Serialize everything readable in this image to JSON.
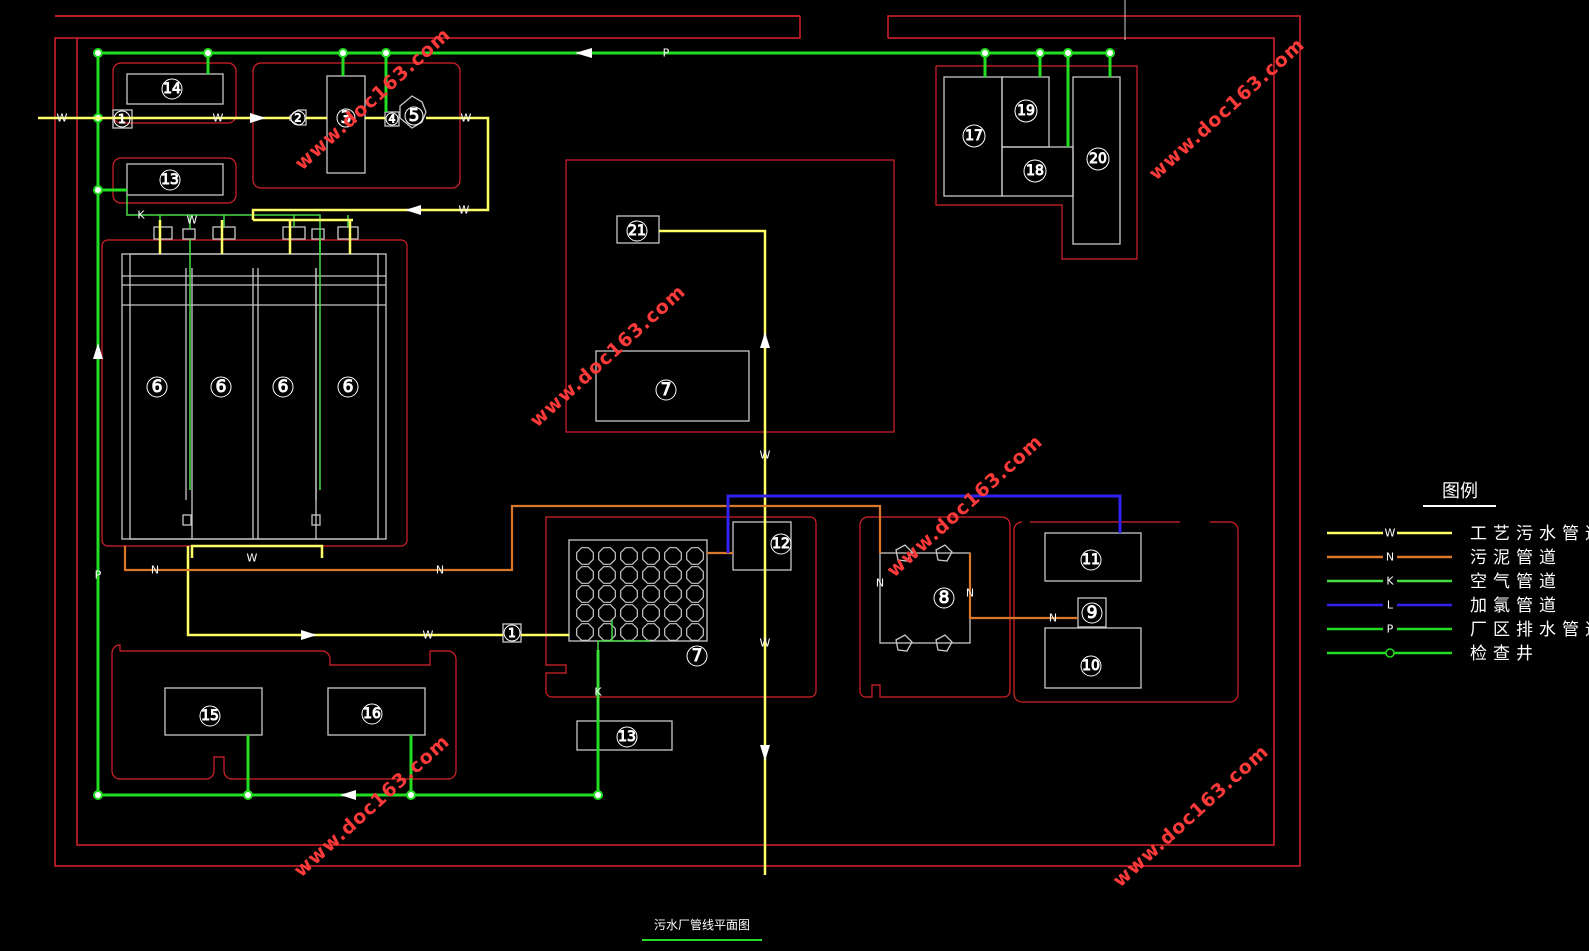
{
  "colors": {
    "background": "#000000",
    "boundary": "#d9222a",
    "process_sewage": "#ffff66",
    "sludge": "#d9782a",
    "air": "#44dd44",
    "chlorine": "#3322ee",
    "plant_drainage": "#22dd22",
    "equipment": "#c8c8c8",
    "watermark": "#ff3a3a"
  },
  "equipment_numbers": {
    "n1": "1",
    "n2": "2",
    "n3": "3",
    "n4": "4",
    "n5": "5",
    "n6": "6",
    "n7": "7",
    "n8": "8",
    "n9": "9",
    "n10": "10",
    "n11": "11",
    "n12": "12",
    "n13": "13",
    "n14": "14",
    "n15": "15",
    "n16": "16",
    "n17": "17",
    "n18": "18",
    "n19": "19",
    "n20": "20",
    "n21": "21"
  },
  "pipe_codes": {
    "W": "W",
    "N": "N",
    "K": "K",
    "L": "L",
    "P": "P"
  },
  "watermark": "www.doc163.com",
  "legend": {
    "title": "图例",
    "items": [
      {
        "code": "W",
        "label": "工艺污水管道",
        "color": "#ffff66",
        "icon": "line-with-code"
      },
      {
        "code": "N",
        "label": "污泥管道",
        "color": "#d9782a",
        "icon": "line-with-code"
      },
      {
        "code": "K",
        "label": "空气管道",
        "color": "#44dd44",
        "icon": "line-with-code"
      },
      {
        "code": "L",
        "label": "加氯管道",
        "color": "#3322ee",
        "icon": "line-with-code"
      },
      {
        "code": "P",
        "label": "厂区排水管道",
        "color": "#22dd22",
        "icon": "line-with-code"
      },
      {
        "code": "",
        "label": "检查井",
        "color": "#22dd22",
        "icon": "line-with-circle"
      }
    ]
  },
  "drawing_title": "污水厂管线平面图"
}
